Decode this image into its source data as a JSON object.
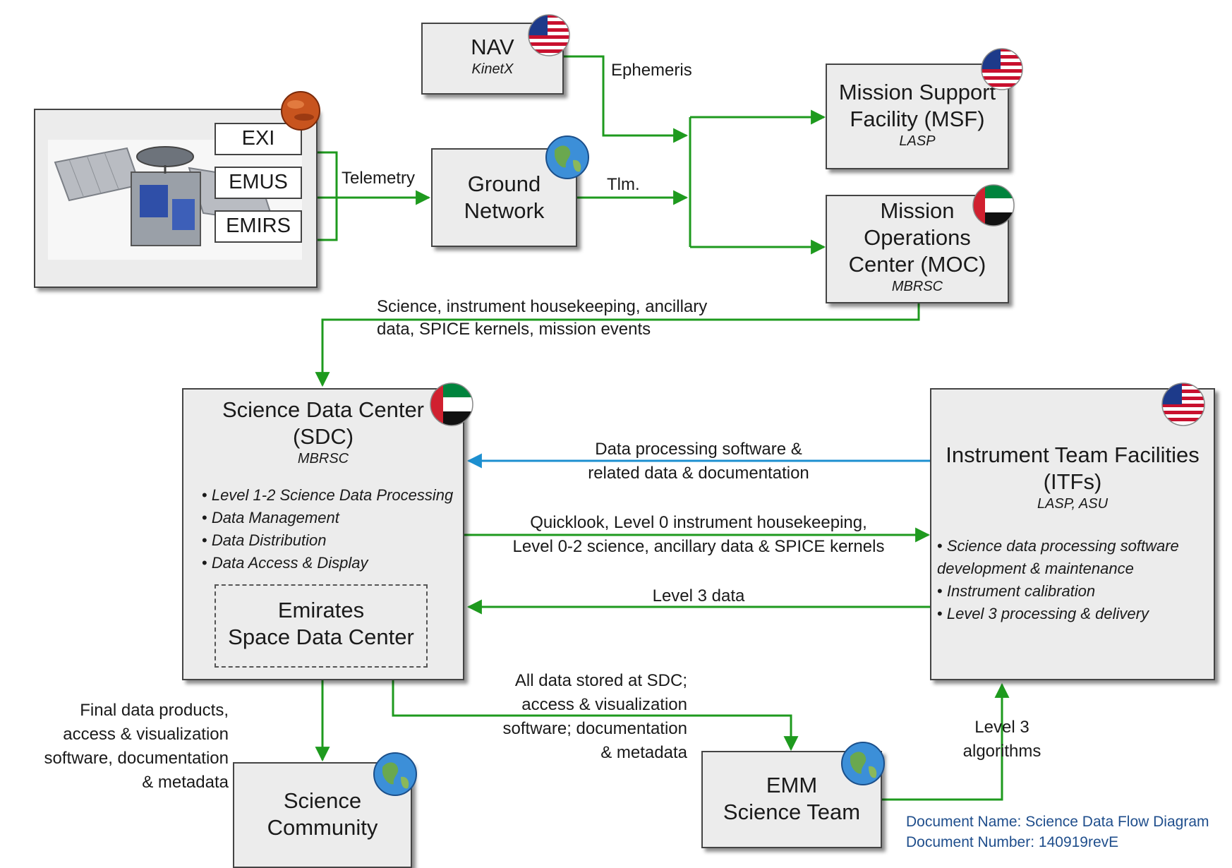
{
  "colors": {
    "green": "#1e9a1e",
    "blue": "#1c8fd0",
    "box_fill": "#ececec",
    "doc_text": "#1f4e8c"
  },
  "spacecraft": {
    "instruments": [
      "EXI",
      "EMUS",
      "EMIRS"
    ],
    "badge_icon": "mars-icon"
  },
  "nodes": {
    "nav": {
      "title": "NAV",
      "org": "KinetX",
      "flag_icon": "us-flag-icon"
    },
    "ground": {
      "title_lines": [
        "Ground",
        "Network"
      ],
      "badge_icon": "globe-icon"
    },
    "msf": {
      "title_lines": [
        "Mission Support",
        "Facility (MSF)"
      ],
      "org": "LASP",
      "flag_icon": "us-flag-icon"
    },
    "moc": {
      "title_lines": [
        "Mission",
        "Operations",
        "Center (MOC)"
      ],
      "org": "MBRSC",
      "flag_icon": "uae-flag-icon"
    },
    "sdc": {
      "title_lines": [
        "Science Data Center",
        "(SDC)"
      ],
      "org": "MBRSC",
      "flag_icon": "uae-flag-icon",
      "bullets": [
        "Level 1-2 Science Data Processing",
        "Data Management",
        "Data Distribution",
        "Data Access & Display"
      ],
      "inner_lines": [
        "Emirates",
        "Space Data Center"
      ]
    },
    "itf": {
      "title_lines": [
        "Instrument Team Facilities",
        "(ITFs)"
      ],
      "org": "LASP, ASU",
      "flag_icon": "us-flag-icon",
      "bullets": [
        "Science data processing software development & maintenance",
        "Instrument calibration",
        "Level 3 processing & delivery"
      ]
    },
    "community": {
      "title_lines": [
        "Science",
        "Community"
      ],
      "badge_icon": "globe-icon"
    },
    "team": {
      "title_lines": [
        "EMM",
        "Science Team"
      ],
      "badge_icon": "globe-icon"
    }
  },
  "flows": {
    "ephemeris": "Ephemeris",
    "telemetry": "Telemetry",
    "tlm": "Tlm.",
    "moc_to_sdc": [
      "Science, instrument housekeeping, ancillary",
      "data, SPICE kernels, mission events"
    ],
    "itf_to_sdc_software": [
      "Data processing software &",
      "related data & documentation"
    ],
    "sdc_to_itf": [
      "Quicklook, Level 0 instrument housekeeping,",
      "Level 0-2 science, ancillary data & SPICE kernels"
    ],
    "level3_data": "Level 3 data",
    "sdc_to_team": [
      "All data stored at SDC;",
      "access & visualization",
      "software; documentation",
      "& metadata"
    ],
    "sdc_to_community": [
      "Final data products,",
      "access & visualization",
      "software, documentation",
      "& metadata"
    ],
    "team_to_itf": [
      "Level 3",
      "algorithms"
    ]
  },
  "document": {
    "name": "Document Name: Science Data Flow Diagram",
    "number": "Document Number: 140919revE"
  }
}
